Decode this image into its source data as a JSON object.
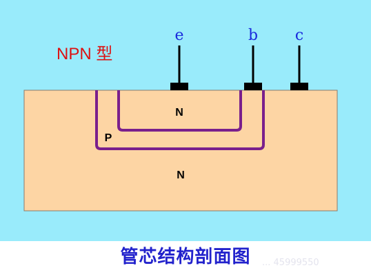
{
  "diagram": {
    "type_label": "NPN 型",
    "terminals": {
      "emitter": "e",
      "base": "b",
      "collector": "c"
    },
    "regions": {
      "emitter_region": "N",
      "base_region": "P",
      "collector_region": "N"
    },
    "caption": "管芯结构剖面图",
    "watermark": "... 45999550",
    "colors": {
      "background": "#99ebfb",
      "substrate": "#fdd5a4",
      "well_outline": "#7a1f8c",
      "contact": "#000000",
      "type_label": "#dd1111",
      "terminal_label": "#1a2adc",
      "caption": "#2222cc"
    }
  }
}
